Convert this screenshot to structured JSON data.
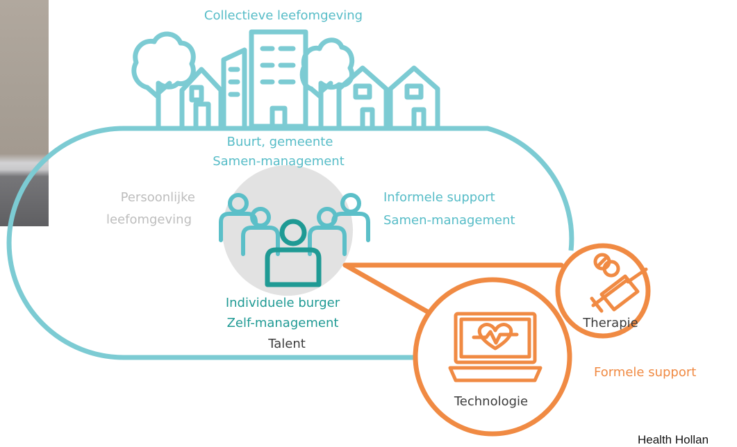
{
  "diagram": {
    "collective_label": "Collectieve leefomgeving",
    "neighbourhood_label": "Buurt, gemeente",
    "neighbourhood_sub": "Samen-management",
    "personal_label_1": "Persoonlijke",
    "personal_label_2": "leefomgeving",
    "informal_label": "Informele support",
    "informal_sub": "Samen-management",
    "citizen_label": "Individuele burger",
    "citizen_sub": "Zelf-management",
    "citizen_talent": "Talent",
    "therapy_label": "Therapie",
    "formal_label": "Formele support",
    "technology_label": "Technologie",
    "credit": "Health Hollan"
  },
  "colors": {
    "teal": "#7ccbd3",
    "dark_teal": "#1f9a94",
    "orange": "#f08a43",
    "grey_circle": "#e2e2e2",
    "grey_text": "#bdbdbd"
  }
}
